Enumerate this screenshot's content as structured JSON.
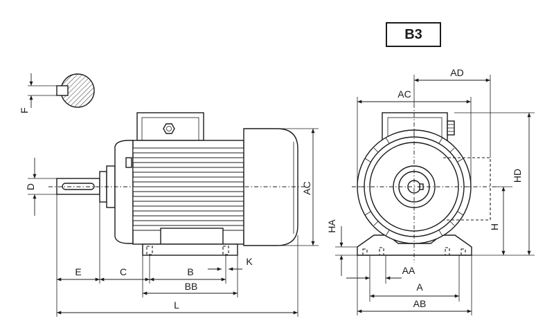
{
  "title": "B3",
  "labels": {
    "f": "F",
    "d": "D",
    "e": "E",
    "c": "C",
    "b": "B",
    "k": "K",
    "bb": "BB",
    "l": "L",
    "ac_side": "AC",
    "ac_front": "AC",
    "ad": "AD",
    "hd": "HD",
    "h": "H",
    "ha": "HA",
    "aa": "AA",
    "a": "A",
    "ab": "AB"
  }
}
